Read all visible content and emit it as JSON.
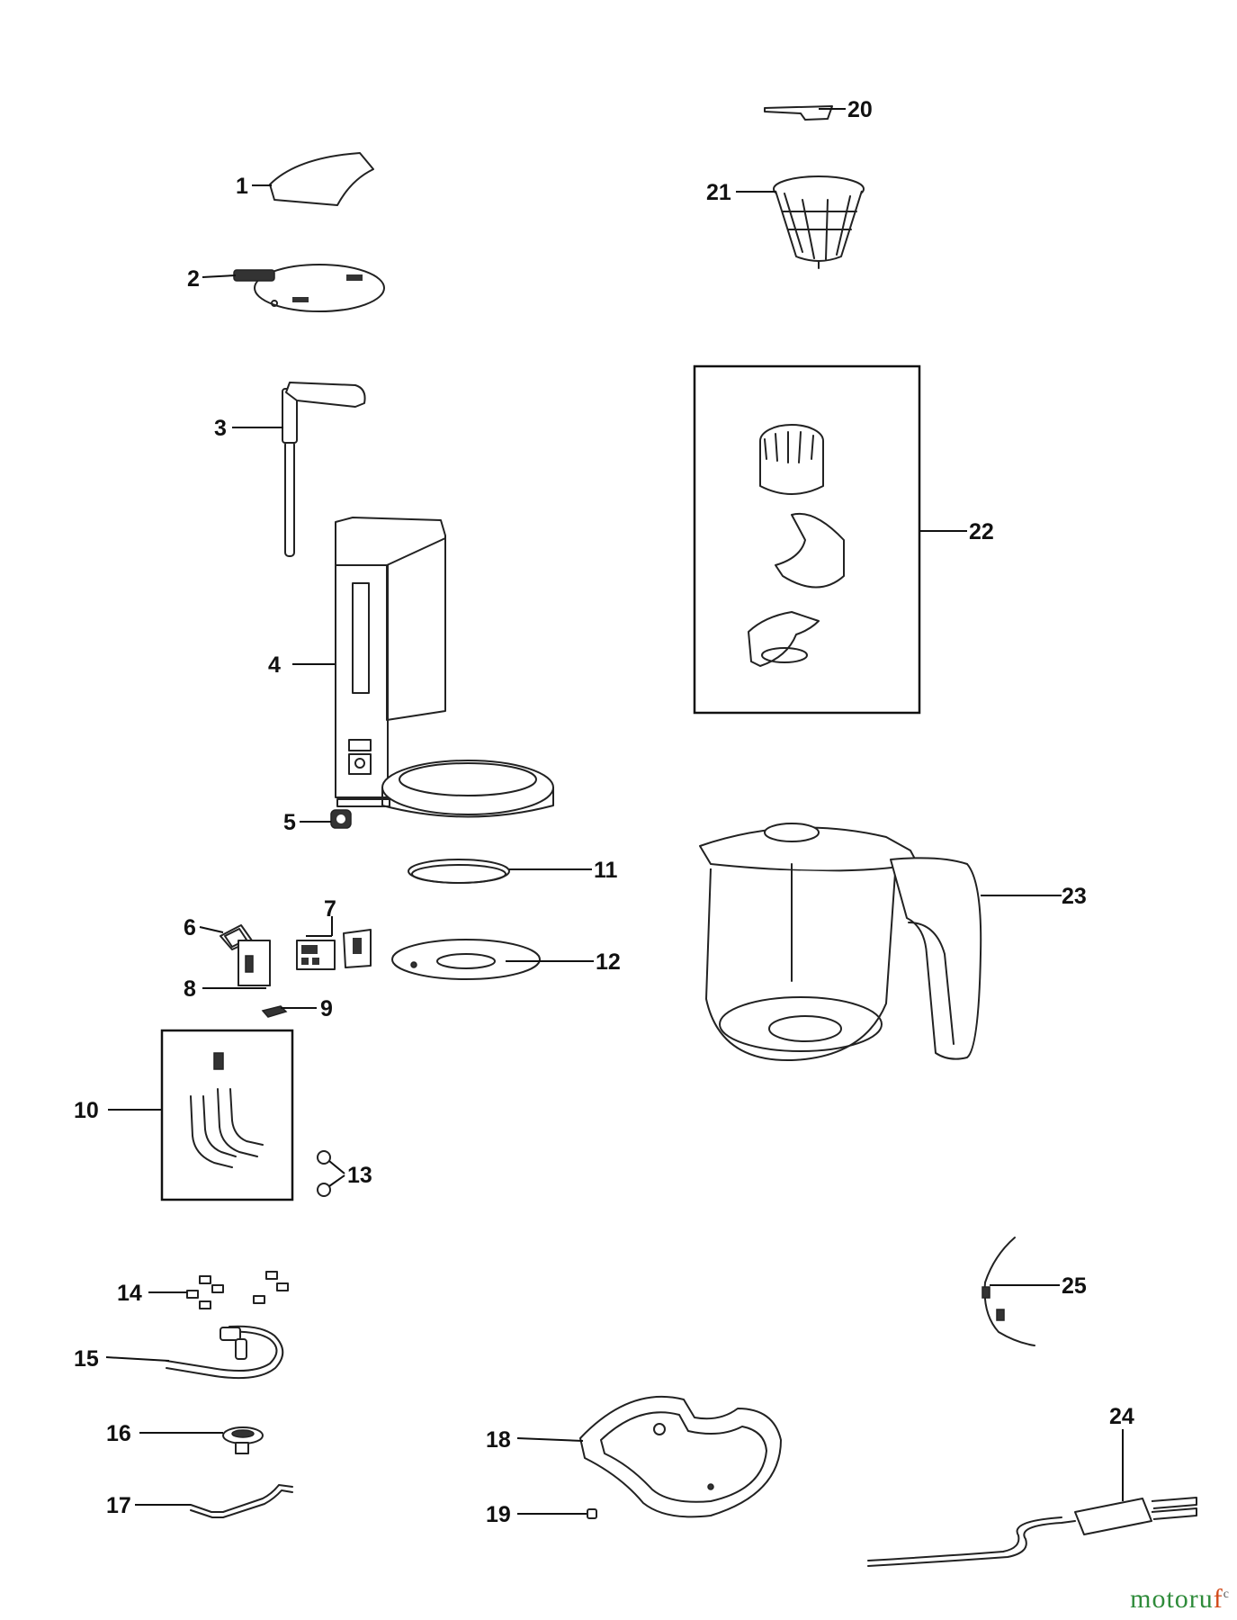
{
  "parts": [
    "1",
    "2",
    "3",
    "4",
    "5",
    "6",
    "7",
    "8",
    "9",
    "10",
    "11",
    "12",
    "13",
    "14",
    "15",
    "16",
    "17",
    "18",
    "19",
    "20",
    "21",
    "22",
    "23",
    "24",
    "25"
  ],
  "watermark": {
    "part1": "motoru",
    "part2": "f",
    "mark": "c"
  }
}
